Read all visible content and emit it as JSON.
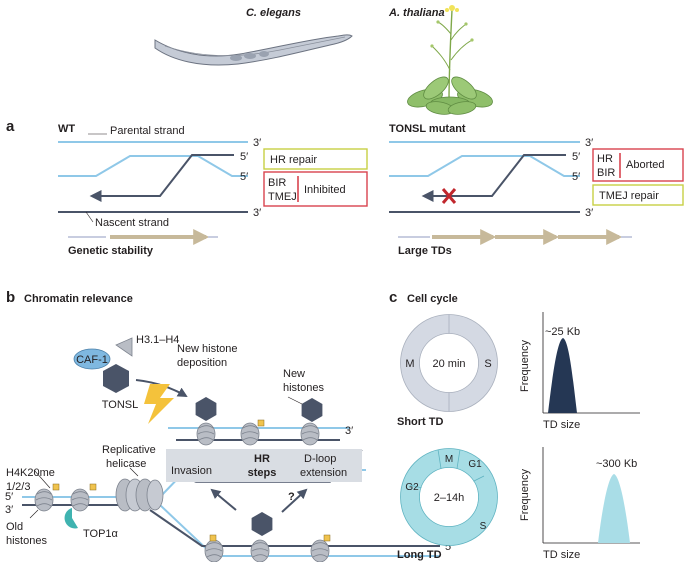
{
  "species": {
    "left": "C. elegans",
    "right": "A. thaliana"
  },
  "panel_a": {
    "letter": "a",
    "wt": {
      "title": "WT",
      "parental_strand": "Parental strand",
      "nascent_strand": "Nascent strand",
      "three_prime": "3′",
      "five_prime": "5′",
      "hr_box": "HR repair",
      "bir": "BIR",
      "tmej": "TMEJ",
      "inhibited": "Inhibited",
      "outcome": "Genetic stability"
    },
    "mutant": {
      "title": "TONSL mutant",
      "three_prime": "3′",
      "five_prime": "5′",
      "hr": "HR",
      "bir": "BIR",
      "aborted": "Aborted",
      "tmej_box": "TMEJ repair",
      "outcome": "Large TDs"
    }
  },
  "panel_b": {
    "letter": "b",
    "title": "Chromatin relevance",
    "caf1": "CAF-1",
    "h3h4": "H3.1–H4",
    "tonsl": "TONSL",
    "new_histone_deposition_1": "New histone",
    "new_histone_deposition_2": "deposition",
    "new_histones_1": "New",
    "new_histones_2": "histones",
    "replicative_helicase_1": "Replicative",
    "replicative_helicase_2": "helicase",
    "h4k20me_1": "H4K20me",
    "h4k20me_2": "1/2/3",
    "old_histones_1": "Old",
    "old_histones_2": "histones",
    "top1a": "TOP1α",
    "invasion": "Invasion",
    "hr_steps_1": "HR",
    "hr_steps_2": "steps",
    "dloop_1": "D-loop",
    "dloop_2": "extension",
    "question": "?",
    "three_prime": "3′",
    "five_prime": "5′"
  },
  "panel_c": {
    "letter": "c",
    "title": "Cell cycle",
    "short": {
      "center": "20 min",
      "m": "M",
      "s": "S",
      "label": "Short TD",
      "peak": "~25 Kb",
      "ylabel": "Frequency",
      "xlabel": "TD size"
    },
    "long": {
      "center": "2–14h",
      "m": "M",
      "g1": "G1",
      "g2": "G2",
      "s": "S",
      "label": "Long TD",
      "peak": "~300 Kb",
      "ylabel": "Frequency",
      "xlabel": "TD size"
    }
  },
  "colors": {
    "light_blue": "#8fc8e8",
    "dark_strand": "#4a5468",
    "hr_box": "#c8cf45",
    "inhibit_box": "#d8434e",
    "tan_arrow": "#c7b99a",
    "navy_peak": "#253754",
    "teal_peak": "#a9dde7",
    "gray_ring": "#d4d9e3",
    "teal_ring": "#a7dde5",
    "red_x": "#c1272d",
    "nucleosome": "#b9bdc5",
    "dark_histone": "#4a5468",
    "lightning": "#f4c23b",
    "methyl_square": "#f0c34e"
  }
}
